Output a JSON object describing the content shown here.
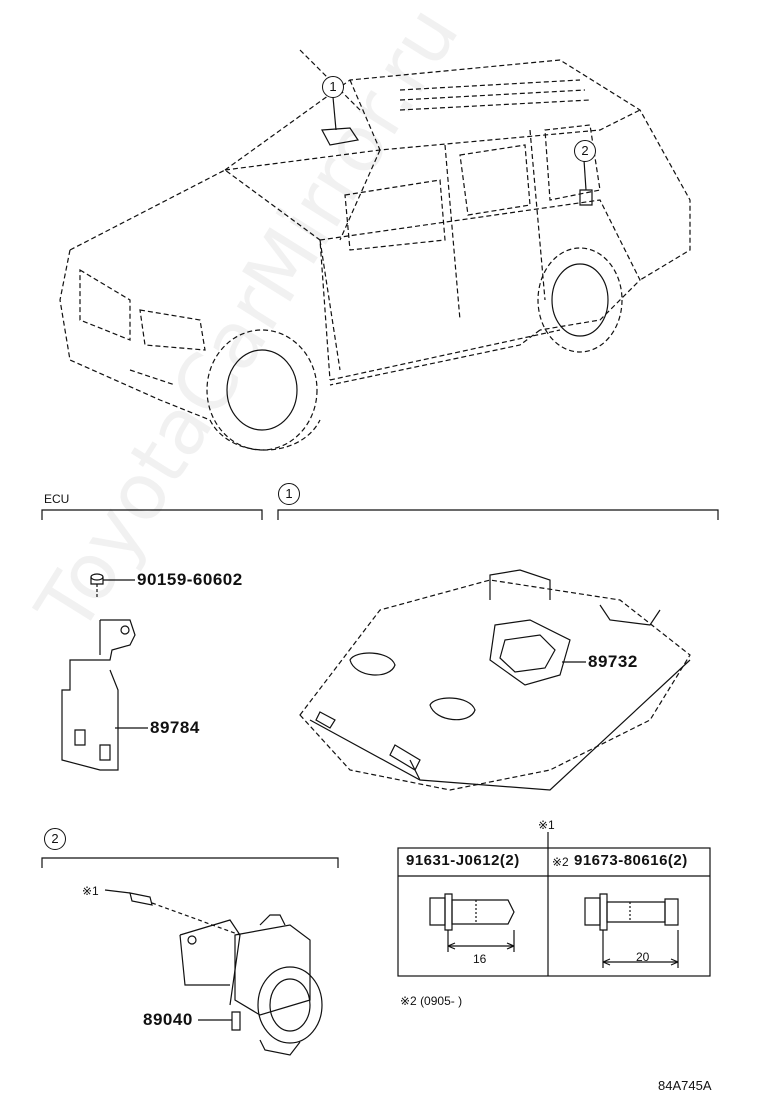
{
  "watermark": "ToyotaCarMirror.ru",
  "callouts": {
    "c1": "1",
    "c2": "2"
  },
  "sections": {
    "ecu_title": "ECU",
    "sec1_marker": "1",
    "sec2_marker": "2"
  },
  "parts": {
    "screw": "90159-60602",
    "bracket": "89784",
    "overhead_module": "89732",
    "sensor": "89040"
  },
  "bolt_ref": "※1",
  "table": {
    "header_mark": "※1",
    "col1_part": "91631-J0612(2)",
    "col2_mark": "※2",
    "col2_part": "91673-80616(2)",
    "dim1": "16",
    "dim2": "20"
  },
  "footnote": "※2 (0905-     )",
  "diagram_code": "84A745A"
}
